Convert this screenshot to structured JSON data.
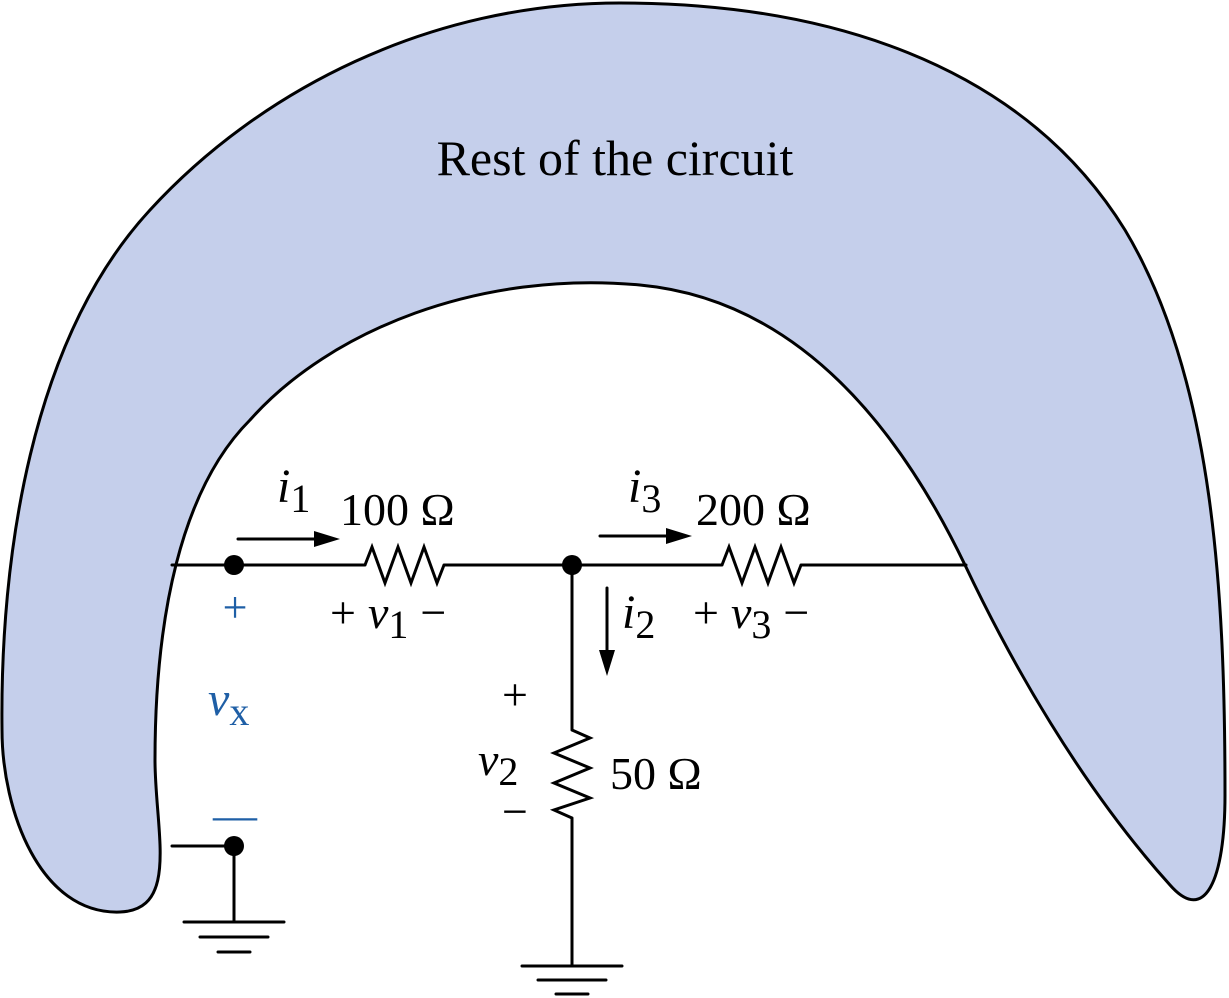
{
  "diagram": {
    "region_label": "Rest of the circuit",
    "colors": {
      "region_fill": "#c5cfeb",
      "stroke": "#000000",
      "vx_color": "#1f5fa6"
    },
    "currents": {
      "i1": {
        "base": "i",
        "sub": "1"
      },
      "i2": {
        "base": "i",
        "sub": "2"
      },
      "i3": {
        "base": "i",
        "sub": "3"
      }
    },
    "resistors": {
      "r100": "100 Ω",
      "r200": "200 Ω",
      "r50": "50 Ω"
    },
    "voltages": {
      "v1": {
        "plus": "+",
        "base": "v",
        "sub": "1",
        "minus": "−"
      },
      "v3": {
        "plus": "+",
        "base": "v",
        "sub": "3",
        "minus": "−"
      },
      "v2": {
        "plus": "+",
        "base": "v",
        "sub": "2",
        "minus": "−"
      },
      "vx": {
        "plus": "+",
        "base": "v",
        "sub": "x",
        "minus": "—"
      }
    }
  }
}
